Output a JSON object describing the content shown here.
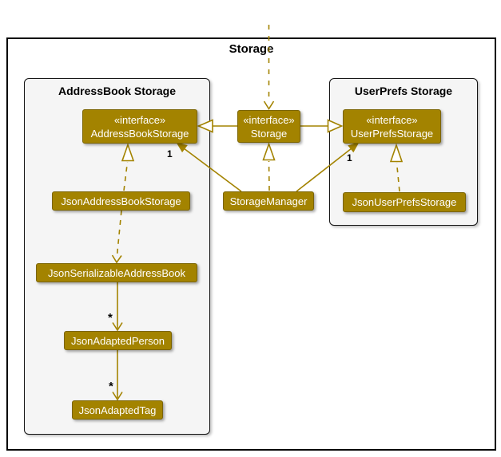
{
  "diagram_title": "Storage",
  "packages": {
    "addressbook": {
      "title": "AddressBook Storage"
    },
    "userprefs": {
      "title": "UserPrefs Storage"
    }
  },
  "classes": {
    "storage": {
      "stereotype": "«interface»",
      "name": "Storage"
    },
    "address_book_storage": {
      "stereotype": "«interface»",
      "name": "AddressBookStorage"
    },
    "user_prefs_storage": {
      "stereotype": "«interface»",
      "name": "UserPrefsStorage"
    },
    "json_address_book_storage": {
      "name": "JsonAddressBookStorage"
    },
    "storage_manager": {
      "name": "StorageManager"
    },
    "json_user_prefs_storage": {
      "name": "JsonUserPrefsStorage"
    },
    "json_serializable_address_book": {
      "name": "JsonSerializableAddressBook"
    },
    "json_adapted_person": {
      "name": "JsonAdaptedPerson"
    },
    "json_adapted_tag": {
      "name": "JsonAdaptedTag"
    }
  },
  "multiplicities": {
    "storage_manager_to_address_book_storage": "1",
    "storage_manager_to_user_prefs_storage": "1",
    "serializable_to_adapted_person": "*",
    "adapted_person_to_adapted_tag": "*"
  },
  "colors": {
    "accent": "#A38300",
    "class_fill": "#A38300",
    "class_border": "#7B6400",
    "class_text": "#FFFFFF",
    "package_fill": "#F5F5F5",
    "frame_border": "#000000"
  }
}
